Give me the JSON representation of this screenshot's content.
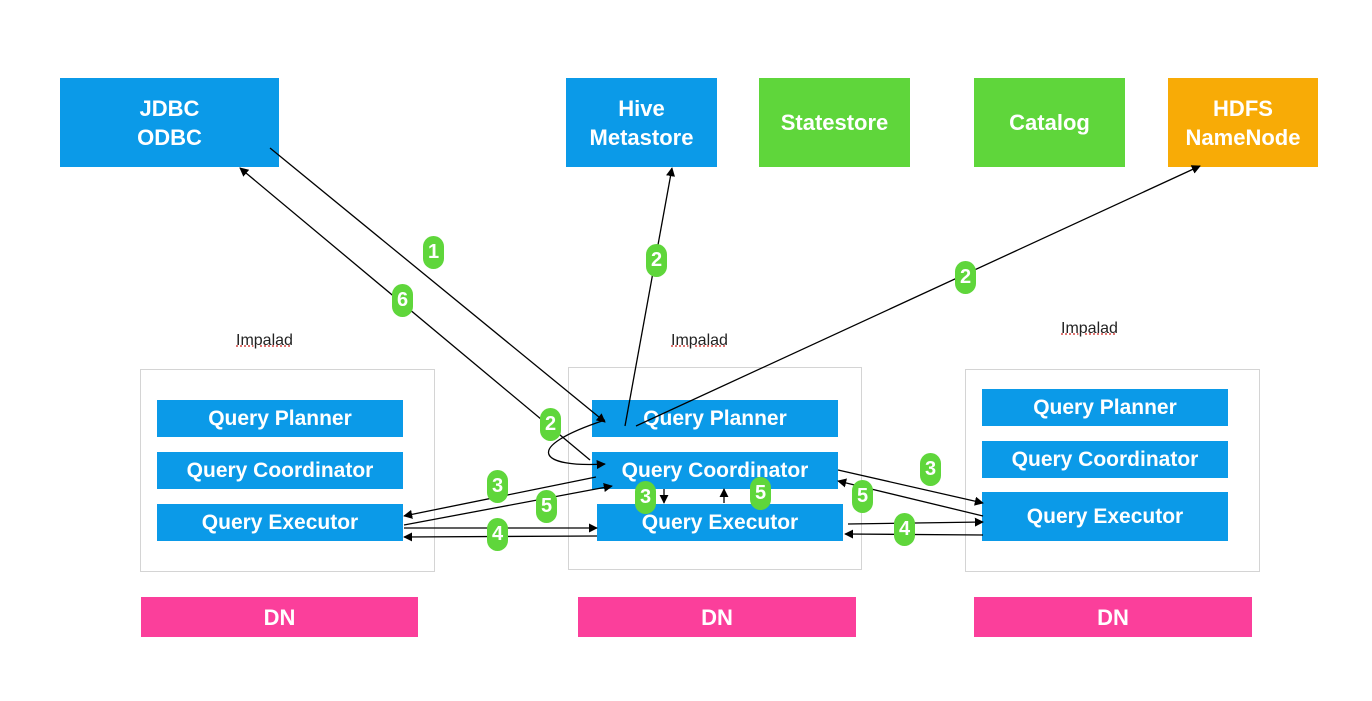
{
  "services": {
    "client": "JDBC\nODBC",
    "hive": "Hive\nMetastore",
    "statestore": "Statestore",
    "catalog": "Catalog",
    "hdfs": "HDFS\nNameNode"
  },
  "impalads": [
    {
      "label": "Impalad",
      "planner": "Query Planner",
      "coordinator": "Query Coordinator",
      "executor": "Query Executor",
      "dn": "DN"
    },
    {
      "label": "Impalad",
      "planner": "Query Planner",
      "coordinator": "Query Coordinator",
      "executor": "Query Executor",
      "dn": "DN"
    },
    {
      "label": "Impalad",
      "planner": "Query Planner",
      "coordinator": "Query Coordinator",
      "executor": "Query Executor",
      "dn": "DN"
    }
  ],
  "steps": {
    "s1": "1",
    "s6": "6",
    "s2_hive": "2",
    "s2_hdfs": "2",
    "s2_plan": "2",
    "s3_left": "3",
    "s3_mid": "3",
    "s3_right": "3",
    "s5_left": "5",
    "s5_mid": "5",
    "s5_right": "5",
    "s4_left": "4",
    "s4_right": "4"
  },
  "colors": {
    "blue": "#0b9ae8",
    "green": "#5fd63b",
    "orange": "#f8ab06",
    "pink": "#fb3f9b"
  }
}
